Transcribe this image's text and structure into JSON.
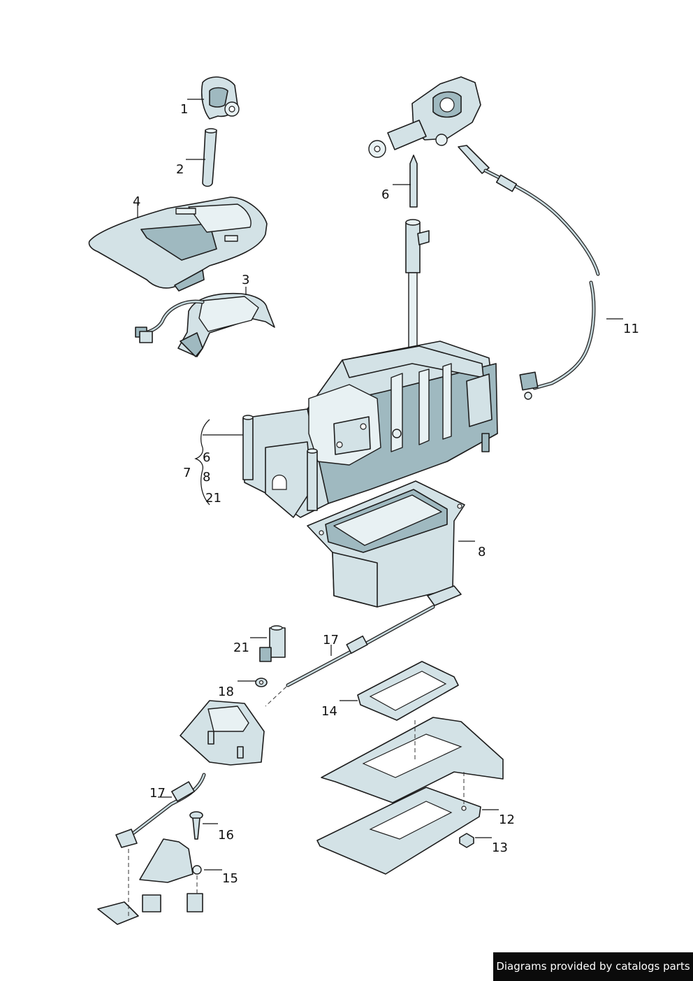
{
  "diagram": {
    "callouts": {
      "c1": "1",
      "c2": "2",
      "c3": "3",
      "c4": "4",
      "c6_top": "6",
      "c7": "7",
      "c7_sub1": "6",
      "c7_sub2": "8",
      "c7_sub3": "21",
      "c8": "8",
      "c11": "11",
      "c12": "12",
      "c13": "13",
      "c14": "14",
      "c15": "15",
      "c16": "16",
      "c17_top": "17",
      "c17_bottom": "17",
      "c18": "18",
      "c21": "21"
    }
  },
  "footer": {
    "credit": "Diagrams provided by catalogs parts"
  },
  "colors": {
    "part_fill": "#d3e2e6",
    "part_shade": "#9fb9c0",
    "outline": "#1d1d1d",
    "badge_bg": "#0b0b0b"
  }
}
